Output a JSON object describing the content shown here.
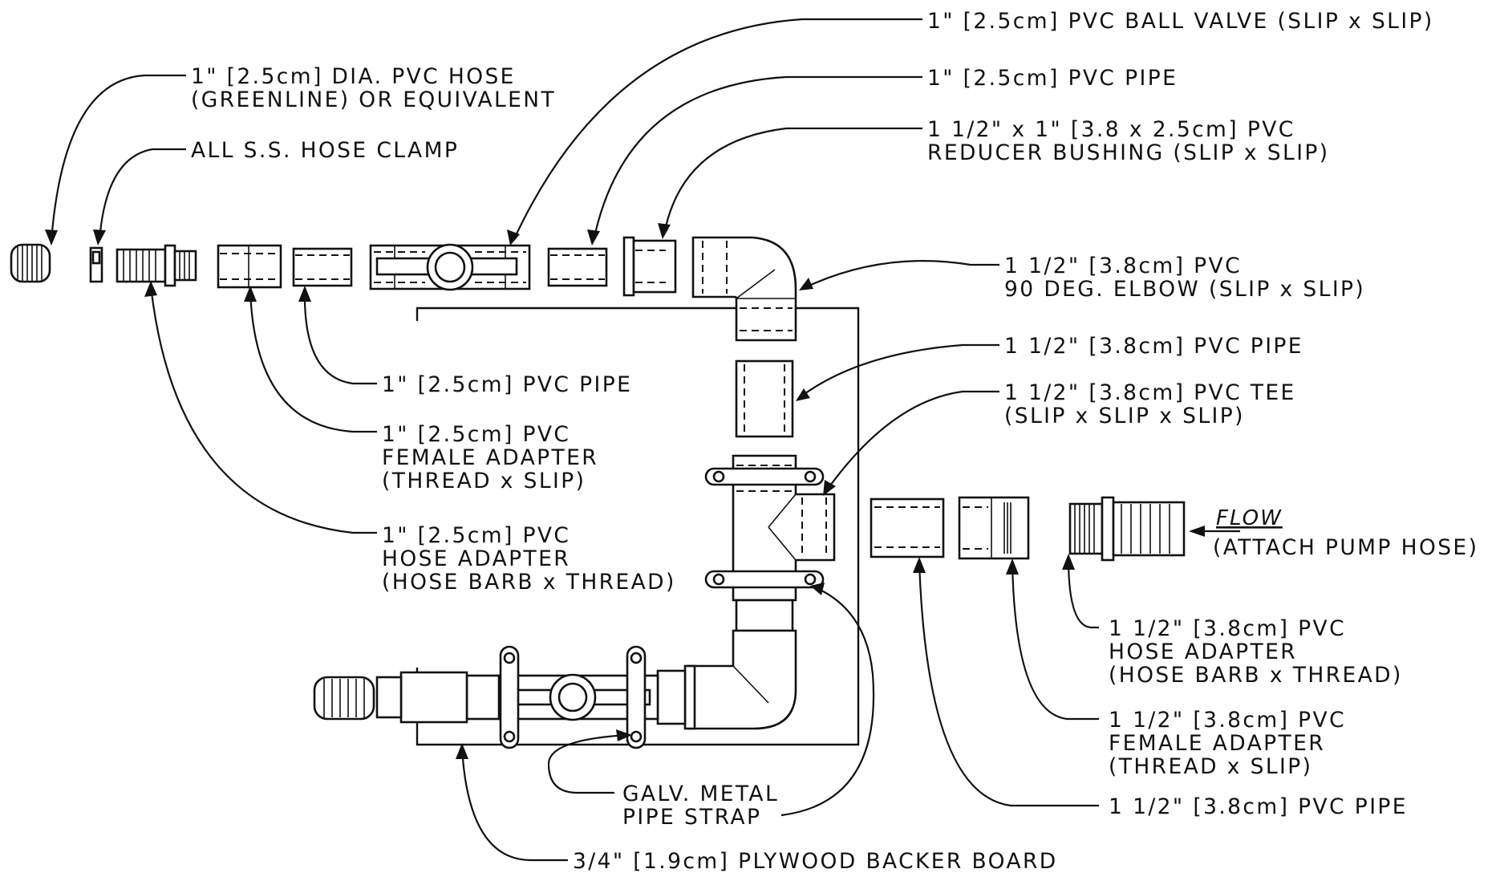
{
  "labels": {
    "ball_valve_1in": [
      "1\" [2.5cm] PVC BALL VALVE (SLIP x SLIP)"
    ],
    "pvc_pipe_1in_top": [
      "1\" [2.5cm] PVC PIPE"
    ],
    "reducer_bushing": [
      "1 1/2\" x 1\" [3.8 x 2.5cm] PVC",
      "REDUCER BUSHING (SLIP x SLIP)"
    ],
    "hose_1in": [
      "1\" [2.5cm] DIA. PVC HOSE",
      "(GREENLINE) OR EQUIVALENT"
    ],
    "hose_clamp": [
      "ALL S.S. HOSE CLAMP"
    ],
    "elbow_90": [
      "1 1/2\" [3.8cm] PVC",
      "90 DEG. ELBOW (SLIP x SLIP)"
    ],
    "pvc_pipe_15in_upper": [
      "1 1/2\" [3.8cm] PVC PIPE"
    ],
    "tee_15in": [
      "1 1/2\" [3.8cm] PVC TEE",
      "(SLIP x SLIP x SLIP)"
    ],
    "pvc_pipe_1in_mid": [
      "1\" [2.5cm] PVC PIPE"
    ],
    "female_adapter_1in": [
      "1\" [2.5cm] PVC",
      "FEMALE ADAPTER",
      "(THREAD x SLIP)"
    ],
    "hose_adapter_1in": [
      "1\" [2.5cm] PVC",
      "HOSE ADAPTER",
      "(HOSE BARB x THREAD)"
    ],
    "flow": "FLOW",
    "attach_pump_hose": "(ATTACH PUMP HOSE)",
    "hose_adapter_15in": [
      "1 1/2\" [3.8cm] PVC",
      "HOSE ADAPTER",
      "(HOSE BARB x THREAD)"
    ],
    "female_adapter_15in": [
      "1 1/2\" [3.8cm]  PVC",
      "FEMALE ADAPTER",
      "(THREAD x SLIP)"
    ],
    "pipe_strap": [
      "GALV. METAL",
      "PIPE STRAP"
    ],
    "pvc_pipe_15in_lower": [
      "1 1/2\" [3.8cm] PVC PIPE"
    ],
    "backer_board": [
      "3/4\" [1.9cm] PLYWOOD BACKER BOARD"
    ]
  }
}
